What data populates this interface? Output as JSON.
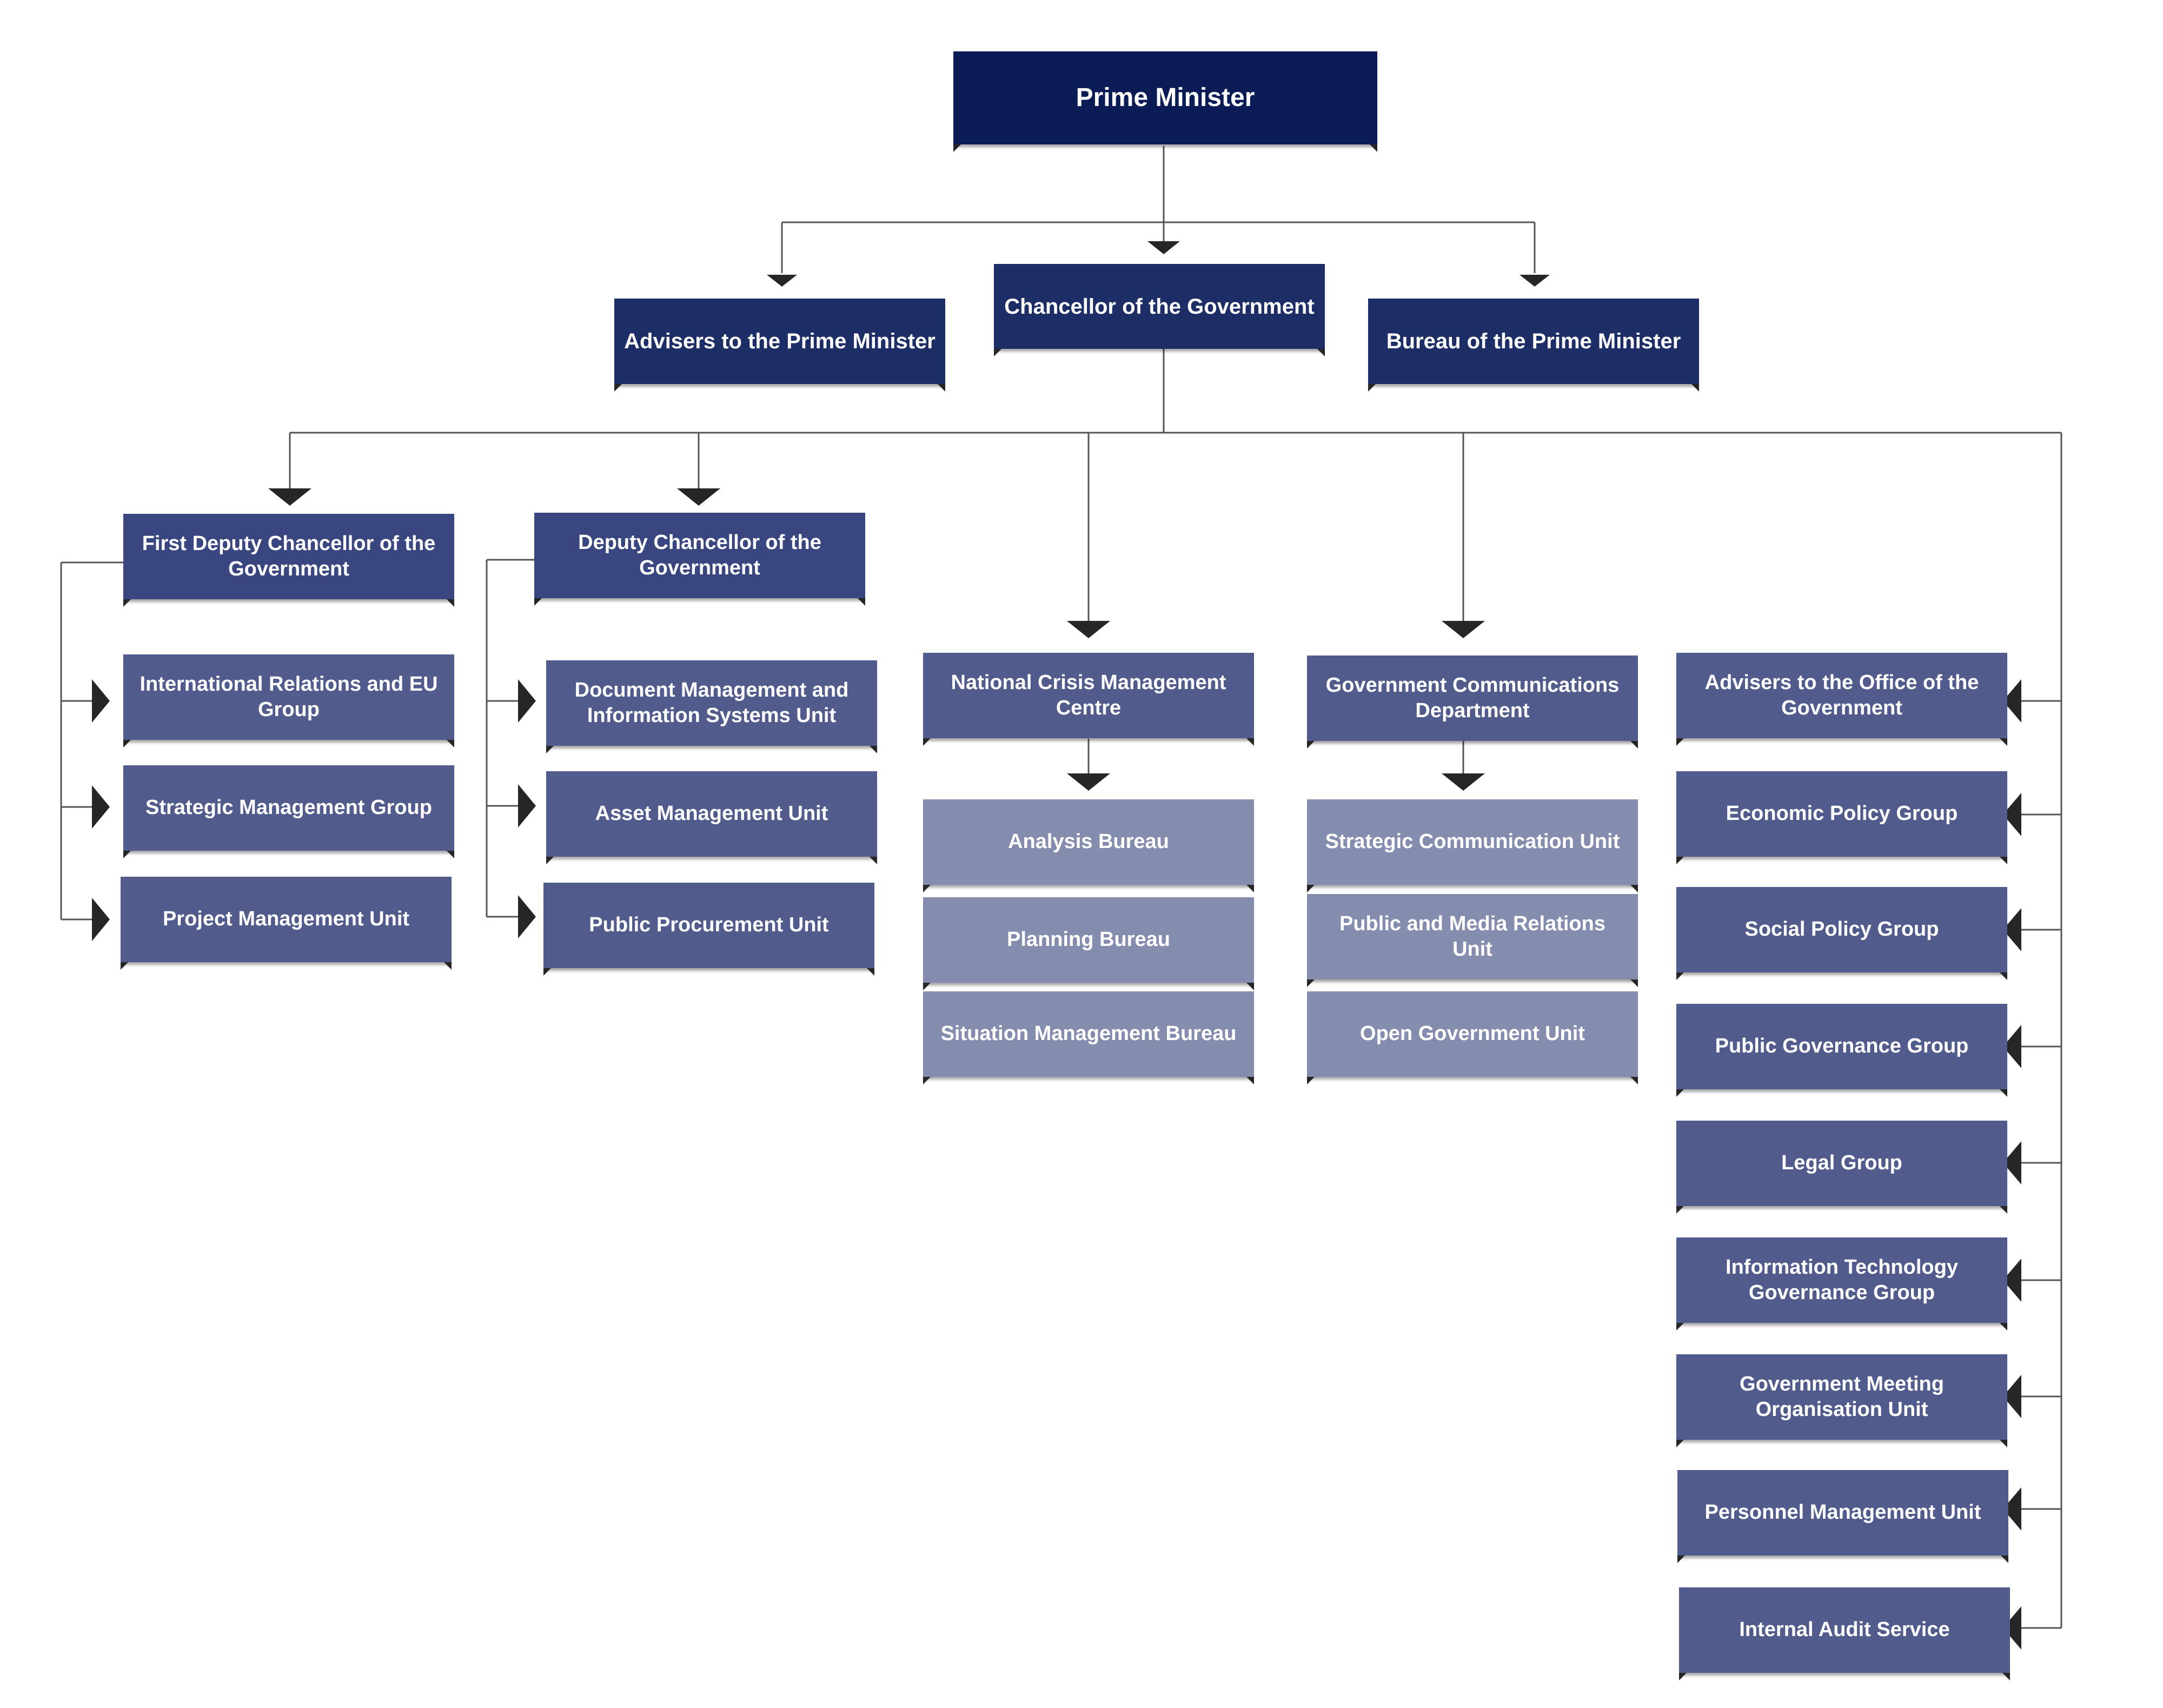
{
  "top": {
    "label": "Prime Minister"
  },
  "level1": {
    "advisers": "Advisers to the Prime Minister",
    "chancellor": "Chancellor of the Government",
    "bureau": "Bureau of the Prime Minister"
  },
  "columns": {
    "first_deputy": {
      "head": "First Deputy Chancellor of the Government",
      "units": [
        "International Relations and EU Group",
        "Strategic Management Group",
        "Project Management Unit"
      ]
    },
    "deputy": {
      "head": "Deputy Chancellor of the Government",
      "units": [
        "Document Management and Information Systems Unit",
        "Asset Management Unit",
        "Public Procurement Unit"
      ]
    },
    "crisis": {
      "head": "National Crisis Management Centre",
      "units": [
        "Analysis Bureau",
        "Planning Bureau",
        "Situation Management Bureau"
      ]
    },
    "communications": {
      "head": "Government Communications Department",
      "units": [
        "Strategic Communication Unit",
        "Public and Media Relations Unit",
        "Open Government Unit"
      ]
    },
    "office": {
      "units": [
        "Advisers to the Office of the Government",
        "Economic Policy Group",
        "Social Policy Group",
        "Public Governance Group",
        "Legal Group",
        "Information Technology Governance Group",
        "Government Meeting Organisation Unit",
        "Personnel Management Unit",
        "Internal Audit Service"
      ]
    }
  },
  "colors": {
    "top": "#0b1b55",
    "level1": "#1d2d66",
    "deputy_heads": "#394680",
    "units": "#515b8c",
    "sub_units": "#858daf",
    "connector": "#555555",
    "arrow": "#262626"
  }
}
